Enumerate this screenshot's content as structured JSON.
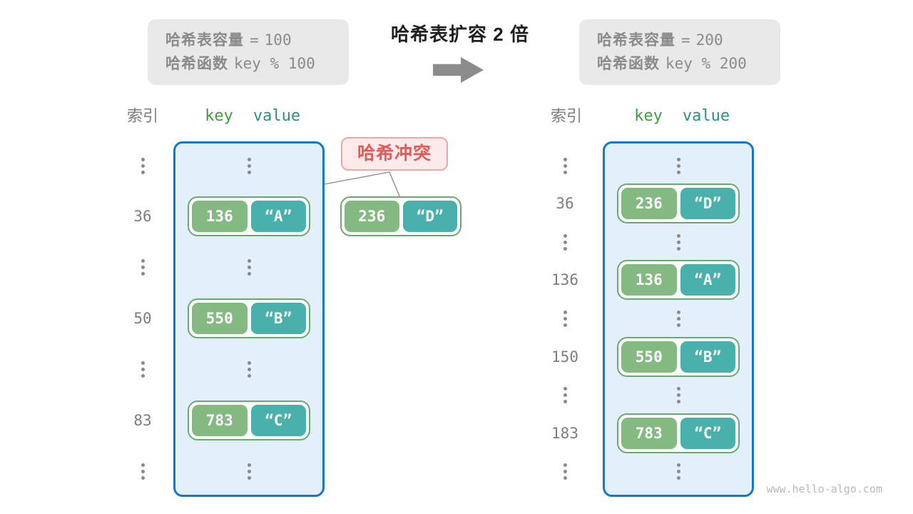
{
  "title": "哈希表扩容 2 倍",
  "watermark": "www.hello-algo.com",
  "collision": {
    "label": "哈希冲突",
    "pair": {
      "key": "236",
      "value": "“D”"
    }
  },
  "before": {
    "capacity_label": "哈希表容量",
    "capacity_eq": "=",
    "capacity_value": "100",
    "hash_label": "哈希函数",
    "hash_code": "key % 100",
    "header_index": "索引",
    "header_key": "key",
    "header_value": "value",
    "rows": [
      {
        "index": "36",
        "key": "136",
        "value": "“A”"
      },
      {
        "index": "50",
        "key": "550",
        "value": "“B”"
      },
      {
        "index": "83",
        "key": "783",
        "value": "“C”"
      }
    ]
  },
  "after": {
    "capacity_label": "哈希表容量",
    "capacity_eq": "=",
    "capacity_value": "200",
    "hash_label": "哈希函数",
    "hash_code": "key % 200",
    "header_index": "索引",
    "header_key": "key",
    "header_value": "value",
    "rows": [
      {
        "index": "36",
        "key": "236",
        "value": "“D”"
      },
      {
        "index": "136",
        "key": "136",
        "value": "“A”"
      },
      {
        "index": "150",
        "key": "550",
        "value": "“B”"
      },
      {
        "index": "183",
        "key": "783",
        "value": "“C”"
      }
    ]
  },
  "colors": {
    "table_border": "#1577c5",
    "table_bg": "#e3effa",
    "key_green": "#84ba81",
    "value_teal": "#49b0ab",
    "pair_border": "#67ac6b",
    "collision_text": "#e25b5b",
    "collision_bg": "#fdeaea",
    "collision_border": "#f2a6a6",
    "info_box_bg": "#e9e9e9",
    "muted_text": "#8a8a8a",
    "arrow_gray": "#8c8c8c"
  }
}
